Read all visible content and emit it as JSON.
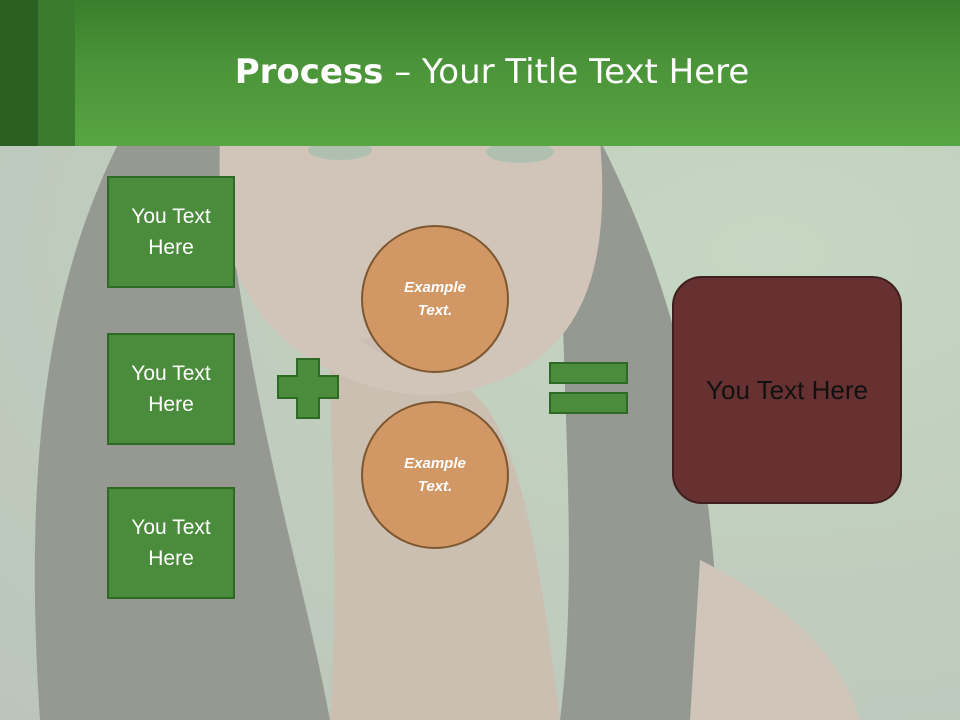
{
  "slide": {
    "title_bold": "Process",
    "title_rest": " – Your Title Text Here"
  },
  "inputs": [
    {
      "label": "You Text Here"
    },
    {
      "label": "You Text Here"
    },
    {
      "label": "You Text Here"
    }
  ],
  "circles": [
    {
      "label": "Example Text."
    },
    {
      "label": "Example Text."
    }
  ],
  "result": {
    "label": "You Text Here"
  },
  "colors": {
    "header_green": "#4b9439",
    "box_green": "#4b8c3c",
    "circle_orange": "#d19865",
    "result_maroon": "#663130"
  }
}
